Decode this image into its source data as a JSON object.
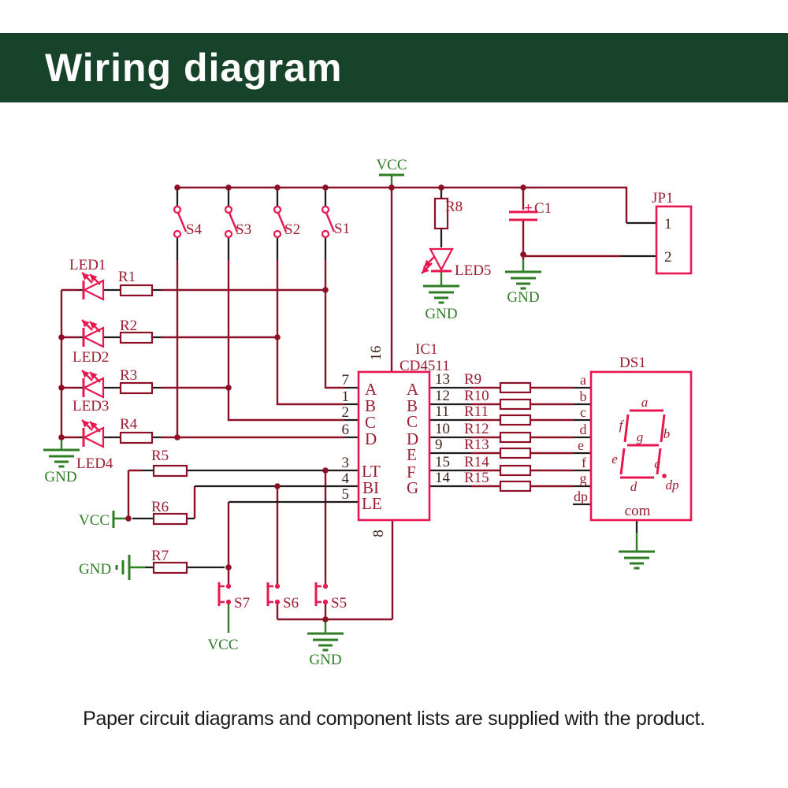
{
  "header": {
    "title": "Wiring diagram"
  },
  "caption": "Paper circuit diagrams and component lists are supplied with the product.",
  "colors": {
    "banner_bg": "#17432b",
    "banner_fg": "#ffffff",
    "wire_net": "#8c1126",
    "wire_lead": "#1f1b1b",
    "wire_power": "#2f7d25",
    "symbol_pink": "#e8174f",
    "label_red": "#9c1c30",
    "label_num": "#40231d",
    "label_green": "#2f7d25",
    "caption_fg": "#1a1a1a"
  },
  "labels": {
    "vcc_top": "VCC",
    "s4": "S4",
    "s3": "S3",
    "s2": "S2",
    "s1": "S1",
    "r8": "R8",
    "led5": "LED5",
    "gnd_led5": "GND",
    "c1_plus": "+",
    "c1": "C1",
    "gnd_c1": "GND",
    "jp1": "JP1",
    "jp1_1": "1",
    "jp1_2": "2",
    "led1": "LED1",
    "led2": "LED2",
    "led3": "LED3",
    "led4": "LED4",
    "gnd_leds": "GND",
    "r1": "R1",
    "r2": "R2",
    "r3": "R3",
    "r4": "R4",
    "r5": "R5",
    "r6": "R6",
    "r7": "R7",
    "vcc_mid": "VCC",
    "gnd_mid": "GND",
    "pin16": "16",
    "pin8": "8",
    "ic_ref": "IC1",
    "ic_part": "CD4511",
    "pin7": "7",
    "pin1": "1",
    "pin2": "2",
    "pin6": "6",
    "pin3": "3",
    "pin4": "4",
    "pin5": "5",
    "in_a": "A",
    "in_b": "B",
    "in_c": "C",
    "in_d": "D",
    "lt": "LT",
    "bi": "BI",
    "le": "LE",
    "out_a": "A",
    "out_b": "B",
    "out_c": "C",
    "out_d": "D",
    "out_e": "E",
    "out_f": "F",
    "out_g": "G",
    "pin13": "13",
    "pin12": "12",
    "pin11": "11",
    "pin10": "10",
    "pin9": "9",
    "pin15": "15",
    "pin14": "14",
    "r9": "R9",
    "r10": "R10",
    "r11": "R11",
    "r12": "R12",
    "r13": "R13",
    "r14": "R14",
    "r15": "R15",
    "ds1": "DS1",
    "ds_a": "a",
    "ds_b": "b",
    "ds_c": "c",
    "ds_d": "d",
    "ds_e": "e",
    "ds_f": "f",
    "ds_g": "g",
    "ds_dp": "dp",
    "seg_a": "a",
    "seg_b": "b",
    "seg_c": "c",
    "seg_d": "d",
    "seg_e": "e",
    "seg_f": "f",
    "seg_g": "g",
    "seg_dp": "dp",
    "com": "com",
    "s7": "S7",
    "s6": "S6",
    "s5": "S5",
    "vcc_bot": "VCC",
    "gnd_bot": "GND"
  }
}
